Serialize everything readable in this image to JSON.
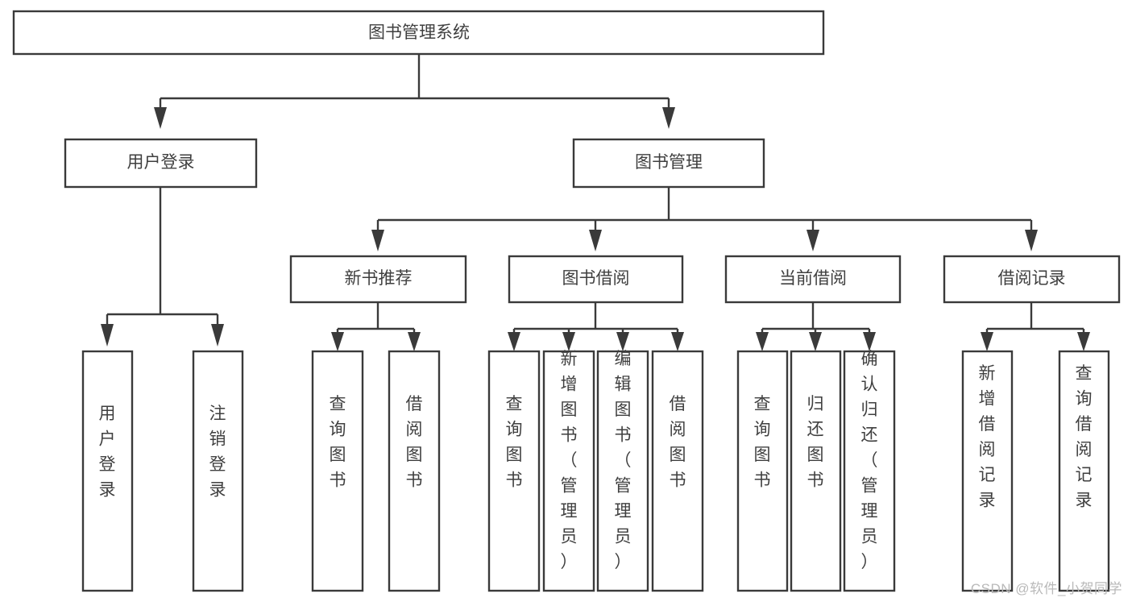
{
  "diagram": {
    "type": "tree-hierarchy",
    "title": "图书管理系统",
    "watermark": "CSDN @软件_小贺同学",
    "colors": {
      "background": "#ffffff",
      "stroke": "#3a3a3a",
      "text": "#3f3f3f",
      "watermark": "#b9b9b9"
    },
    "levels": {
      "root": {
        "label": "图书管理系统"
      },
      "level1": [
        {
          "label": "用户登录"
        },
        {
          "label": "图书管理"
        }
      ],
      "level2": [
        {
          "label": "新书推荐"
        },
        {
          "label": "图书借阅"
        },
        {
          "label": "当前借阅"
        },
        {
          "label": "借阅记录"
        }
      ],
      "leaves": {
        "user_login": [
          {
            "label": "用户登录"
          },
          {
            "label": "注销登录"
          }
        ],
        "new_book_recommend": [
          {
            "label": "查询图书"
          },
          {
            "label": "借阅图书"
          }
        ],
        "book_borrow": [
          {
            "label": "查询图书"
          },
          {
            "label": "新增图书（管理员）"
          },
          {
            "label": "编辑图书（管理员）"
          },
          {
            "label": "借阅图书"
          }
        ],
        "current_borrow": [
          {
            "label": "查询图书"
          },
          {
            "label": "归还图书"
          },
          {
            "label": "确认归还（管理员）"
          }
        ],
        "borrow_record": [
          {
            "label": "新增借阅记录"
          },
          {
            "label": "查询借阅记录"
          }
        ]
      }
    }
  }
}
